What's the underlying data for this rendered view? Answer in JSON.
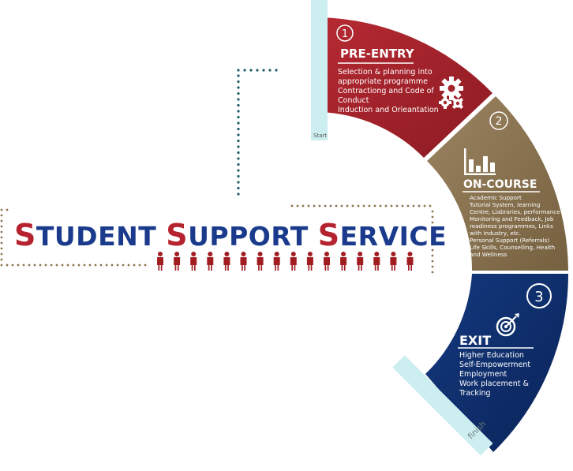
{
  "title": {
    "words": [
      {
        "initial": "S",
        "rest": "TUDENT "
      },
      {
        "initial": "S",
        "rest": "UPPORT "
      },
      {
        "initial": "S",
        "rest": "ERVICE"
      }
    ],
    "people_count": 16,
    "initial_color": "#b5232f",
    "rest_color": "#1a3a8c",
    "people_color": "#a11d22"
  },
  "markers": {
    "start": "Start",
    "finish": "finish",
    "bar_color": "#cdeef0"
  },
  "stages": [
    {
      "number": "1",
      "title": "PRE-ENTRY",
      "color": "#a5232c",
      "icon": "gears-icon",
      "items": [
        "Selection & planning into",
        "appropriate programme",
        "Contractiong and Code of",
        "Conduct",
        "Induction and Orieantation"
      ]
    },
    {
      "number": "2",
      "title": "ON-COURSE",
      "color": "#8a734f",
      "icon": "bar-chart-icon",
      "items": [
        "Academic Support",
        "Tutorial System, learning",
        "Centre, Liabraries, performance",
        "Monitoring and Feedback, Job",
        "readiness programmes, Links",
        "with industry, etc.",
        "Personal Support (Referrals)",
        "Life Skills, Counselling, Health",
        "and Wellness"
      ]
    },
    {
      "number": "3",
      "title": "EXIT",
      "color": "#0f2f6e",
      "icon": "target-icon",
      "items": [
        "Higher Education",
        "Self-Empowerment",
        "Employment",
        "Work placement &",
        "Tracking"
      ]
    }
  ]
}
